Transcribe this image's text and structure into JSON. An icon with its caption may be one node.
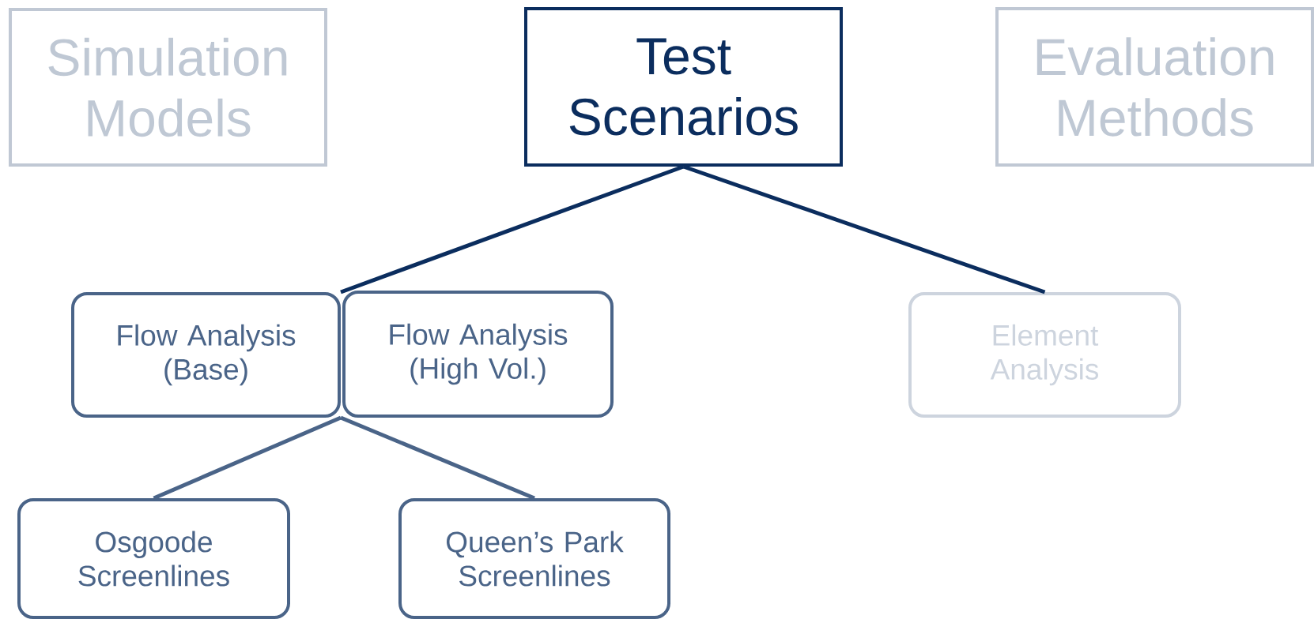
{
  "diagram": {
    "nodes": [
      {
        "text": [
          "Simulation Models"
        ]
      },
      {
        "text": [
          "Test Scenarios"
        ]
      },
      {
        "text": [
          "Evaluation Methods"
        ]
      },
      {
        "text": [
          "Flow Analysis (Base)"
        ]
      },
      {
        "text": [
          "Flow Analysis (High Vol.)"
        ]
      },
      {
        "text": [
          "Element Analysis"
        ]
      },
      {
        "text": [
          "Osgoode Screenlines"
        ]
      },
      {
        "text": [
          "Queen’s Park Screenlines"
        ]
      }
    ],
    "edges": [
      {
        "from": 1,
        "to": 3,
        "arrow": "none",
        "color": "#0b2d5e"
      },
      {
        "from": 1,
        "to": 5,
        "arrow": "none",
        "color": "#0b2d5e"
      },
      {
        "from": 3,
        "to": 6,
        "arrow": "none",
        "color": "#4a6488"
      },
      {
        "from": 3,
        "to": 7,
        "arrow": "none",
        "color": "#4a6488"
      }
    ]
  }
}
